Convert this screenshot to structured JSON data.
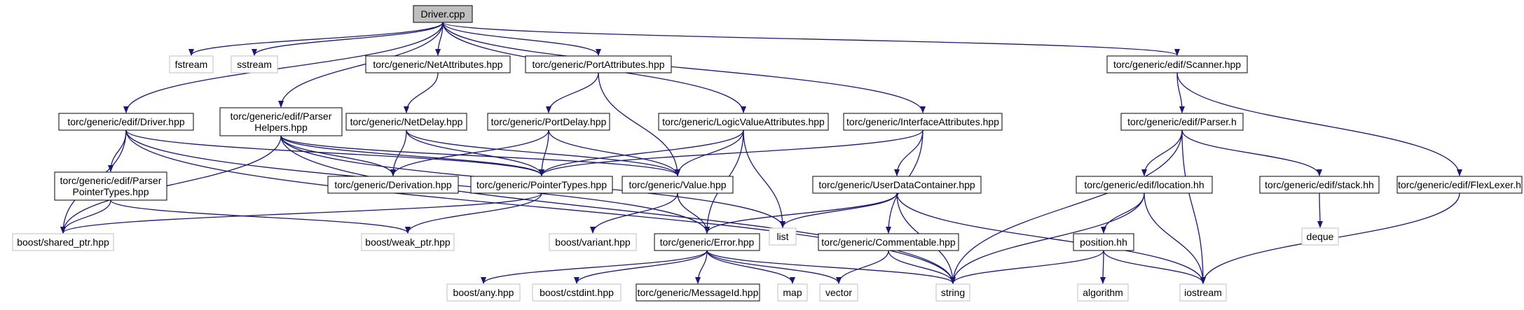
{
  "graph": {
    "colors": {
      "edge": "#191970",
      "box_border_internal": "#000000",
      "box_border_external": "#bfbfbf",
      "root_fill": "#bfbfbf",
      "box_fill": "#ffffff"
    },
    "nodes": [
      {
        "id": "driver_cpp",
        "lines": [
          "Driver.cpp"
        ],
        "kind": "root"
      },
      {
        "id": "fstream",
        "lines": [
          "fstream"
        ],
        "kind": "external"
      },
      {
        "id": "sstream",
        "lines": [
          "sstream"
        ],
        "kind": "external"
      },
      {
        "id": "net_attributes",
        "lines": [
          "torc/generic/NetAttributes.hpp"
        ],
        "kind": "internal"
      },
      {
        "id": "port_attributes",
        "lines": [
          "torc/generic/PortAttributes.hpp"
        ],
        "kind": "internal"
      },
      {
        "id": "scanner",
        "lines": [
          "torc/generic/edif/Scanner.hpp"
        ],
        "kind": "internal"
      },
      {
        "id": "edif_driver",
        "lines": [
          "torc/generic/edif/Driver.hpp"
        ],
        "kind": "internal"
      },
      {
        "id": "parser_helpers",
        "lines": [
          "torc/generic/edif/Parser",
          "Helpers.hpp"
        ],
        "kind": "internal"
      },
      {
        "id": "net_delay",
        "lines": [
          "torc/generic/NetDelay.hpp"
        ],
        "kind": "internal"
      },
      {
        "id": "port_delay",
        "lines": [
          "torc/generic/PortDelay.hpp"
        ],
        "kind": "internal"
      },
      {
        "id": "logic_value_attributes",
        "lines": [
          "torc/generic/LogicValueAttributes.hpp"
        ],
        "kind": "internal"
      },
      {
        "id": "interface_attributes",
        "lines": [
          "torc/generic/InterfaceAttributes.hpp"
        ],
        "kind": "internal"
      },
      {
        "id": "parser_h",
        "lines": [
          "torc/generic/edif/Parser.h"
        ],
        "kind": "internal"
      },
      {
        "id": "parser_pointer_types",
        "lines": [
          "torc/generic/edif/Parser",
          "PointerTypes.hpp"
        ],
        "kind": "internal"
      },
      {
        "id": "derivation",
        "lines": [
          "torc/generic/Derivation.hpp"
        ],
        "kind": "internal"
      },
      {
        "id": "pointer_types",
        "lines": [
          "torc/generic/PointerTypes.hpp"
        ],
        "kind": "internal"
      },
      {
        "id": "value",
        "lines": [
          "torc/generic/Value.hpp"
        ],
        "kind": "internal"
      },
      {
        "id": "user_data_container",
        "lines": [
          "torc/generic/UserDataContainer.hpp"
        ],
        "kind": "internal"
      },
      {
        "id": "location_hh",
        "lines": [
          "torc/generic/edif/location.hh"
        ],
        "kind": "internal"
      },
      {
        "id": "stack_hh",
        "lines": [
          "torc/generic/edif/stack.hh"
        ],
        "kind": "internal"
      },
      {
        "id": "flex_lexer",
        "lines": [
          "torc/generic/edif/FlexLexer.h"
        ],
        "kind": "internal"
      },
      {
        "id": "deque",
        "lines": [
          "deque"
        ],
        "kind": "external"
      },
      {
        "id": "shared_ptr",
        "lines": [
          "boost/shared_ptr.hpp"
        ],
        "kind": "external"
      },
      {
        "id": "weak_ptr",
        "lines": [
          "boost/weak_ptr.hpp"
        ],
        "kind": "external"
      },
      {
        "id": "variant",
        "lines": [
          "boost/variant.hpp"
        ],
        "kind": "external"
      },
      {
        "id": "error",
        "lines": [
          "torc/generic/Error.hpp"
        ],
        "kind": "internal"
      },
      {
        "id": "list",
        "lines": [
          "list"
        ],
        "kind": "external"
      },
      {
        "id": "commentable",
        "lines": [
          "torc/generic/Commentable.hpp"
        ],
        "kind": "internal"
      },
      {
        "id": "position_hh",
        "lines": [
          "position.hh"
        ],
        "kind": "internal"
      },
      {
        "id": "boost_any",
        "lines": [
          "boost/any.hpp"
        ],
        "kind": "external"
      },
      {
        "id": "cstdint",
        "lines": [
          "boost/cstdint.hpp"
        ],
        "kind": "external"
      },
      {
        "id": "message_id",
        "lines": [
          "torc/generic/MessageId.hpp"
        ],
        "kind": "internal"
      },
      {
        "id": "map",
        "lines": [
          "map"
        ],
        "kind": "external"
      },
      {
        "id": "vector",
        "lines": [
          "vector"
        ],
        "kind": "external"
      },
      {
        "id": "string",
        "lines": [
          "string"
        ],
        "kind": "external"
      },
      {
        "id": "algorithm",
        "lines": [
          "algorithm"
        ],
        "kind": "external"
      },
      {
        "id": "iostream",
        "lines": [
          "iostream"
        ],
        "kind": "external"
      }
    ],
    "edges": [
      [
        "driver_cpp",
        "fstream"
      ],
      [
        "driver_cpp",
        "sstream"
      ],
      [
        "driver_cpp",
        "net_attributes"
      ],
      [
        "driver_cpp",
        "port_attributes"
      ],
      [
        "driver_cpp",
        "scanner"
      ],
      [
        "driver_cpp",
        "edif_driver"
      ],
      [
        "driver_cpp",
        "parser_helpers"
      ],
      [
        "driver_cpp",
        "logic_value_attributes"
      ],
      [
        "driver_cpp",
        "interface_attributes"
      ],
      [
        "net_attributes",
        "net_delay"
      ],
      [
        "port_attributes",
        "port_delay"
      ],
      [
        "port_attributes",
        "value"
      ],
      [
        "scanner",
        "parser_h"
      ],
      [
        "scanner",
        "flex_lexer"
      ],
      [
        "edif_driver",
        "parser_pointer_types"
      ],
      [
        "edif_driver",
        "pointer_types"
      ],
      [
        "edif_driver",
        "shared_ptr"
      ],
      [
        "edif_driver",
        "error"
      ],
      [
        "edif_driver",
        "string"
      ],
      [
        "parser_helpers",
        "shared_ptr"
      ],
      [
        "parser_helpers",
        "pointer_types"
      ],
      [
        "parser_helpers",
        "value"
      ],
      [
        "parser_helpers",
        "list"
      ],
      [
        "parser_helpers",
        "string"
      ],
      [
        "parser_helpers",
        "derivation"
      ],
      [
        "net_delay",
        "derivation"
      ],
      [
        "net_delay",
        "pointer_types"
      ],
      [
        "net_delay",
        "value"
      ],
      [
        "port_delay",
        "derivation"
      ],
      [
        "port_delay",
        "pointer_types"
      ],
      [
        "port_delay",
        "value"
      ],
      [
        "logic_value_attributes",
        "pointer_types"
      ],
      [
        "logic_value_attributes",
        "value"
      ],
      [
        "logic_value_attributes",
        "error"
      ],
      [
        "logic_value_attributes",
        "list"
      ],
      [
        "interface_attributes",
        "pointer_types"
      ],
      [
        "interface_attributes",
        "user_data_container"
      ],
      [
        "interface_attributes",
        "commentable"
      ],
      [
        "parser_h",
        "location_hh"
      ],
      [
        "parser_h",
        "stack_hh"
      ],
      [
        "parser_h",
        "string"
      ],
      [
        "parser_h",
        "iostream"
      ],
      [
        "parser_pointer_types",
        "shared_ptr"
      ],
      [
        "parser_pointer_types",
        "weak_ptr"
      ],
      [
        "pointer_types",
        "shared_ptr"
      ],
      [
        "pointer_types",
        "weak_ptr"
      ],
      [
        "value",
        "variant"
      ],
      [
        "value",
        "error"
      ],
      [
        "user_data_container",
        "error"
      ],
      [
        "user_data_container",
        "list"
      ],
      [
        "user_data_container",
        "string"
      ],
      [
        "user_data_container",
        "iostream"
      ],
      [
        "location_hh",
        "position_hh"
      ],
      [
        "location_hh",
        "string"
      ],
      [
        "location_hh",
        "iostream"
      ],
      [
        "stack_hh",
        "deque"
      ],
      [
        "flex_lexer",
        "iostream"
      ],
      [
        "error",
        "boost_any"
      ],
      [
        "error",
        "cstdint"
      ],
      [
        "error",
        "message_id"
      ],
      [
        "error",
        "map"
      ],
      [
        "error",
        "vector"
      ],
      [
        "error",
        "string"
      ],
      [
        "commentable",
        "vector"
      ],
      [
        "commentable",
        "string"
      ],
      [
        "position_hh",
        "algorithm"
      ],
      [
        "position_hh",
        "string"
      ],
      [
        "position_hh",
        "iostream"
      ]
    ]
  }
}
